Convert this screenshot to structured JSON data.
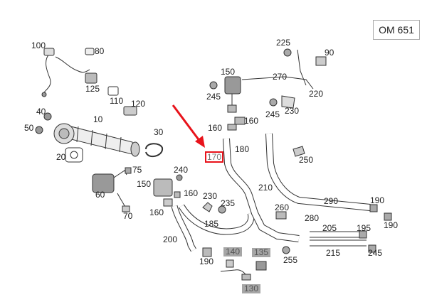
{
  "model": "OM 651",
  "highlight_part": "170",
  "parts": [
    {
      "id": "p100",
      "label": "100"
    },
    {
      "id": "p80",
      "label": "80"
    },
    {
      "id": "p125",
      "label": "125"
    },
    {
      "id": "p110",
      "label": "110"
    },
    {
      "id": "p40",
      "label": "40"
    },
    {
      "id": "p10",
      "label": "10"
    },
    {
      "id": "p120",
      "label": "120"
    },
    {
      "id": "p50",
      "label": "50"
    },
    {
      "id": "p30",
      "label": "30"
    },
    {
      "id": "p20",
      "label": "20"
    },
    {
      "id": "p75",
      "label": "75"
    },
    {
      "id": "p60",
      "label": "60"
    },
    {
      "id": "p70",
      "label": "70"
    },
    {
      "id": "p240",
      "label": "240"
    },
    {
      "id": "p150b",
      "label": "150"
    },
    {
      "id": "p160c",
      "label": "160"
    },
    {
      "id": "p160d",
      "label": "160"
    },
    {
      "id": "p230b",
      "label": "230"
    },
    {
      "id": "p235",
      "label": "235"
    },
    {
      "id": "p185",
      "label": "185"
    },
    {
      "id": "p200",
      "label": "200"
    },
    {
      "id": "p190c",
      "label": "190"
    },
    {
      "id": "p225",
      "label": "225"
    },
    {
      "id": "p90",
      "label": "90"
    },
    {
      "id": "p150",
      "label": "150"
    },
    {
      "id": "p270",
      "label": "270"
    },
    {
      "id": "p245a",
      "label": "245"
    },
    {
      "id": "p220",
      "label": "220"
    },
    {
      "id": "p160a",
      "label": "160"
    },
    {
      "id": "p245b",
      "label": "245"
    },
    {
      "id": "p230",
      "label": "230"
    },
    {
      "id": "p160b",
      "label": "160"
    },
    {
      "id": "p180",
      "label": "180"
    },
    {
      "id": "p250",
      "label": "250"
    },
    {
      "id": "p210",
      "label": "210"
    },
    {
      "id": "p290",
      "label": "290"
    },
    {
      "id": "p190a",
      "label": "190"
    },
    {
      "id": "p260",
      "label": "260"
    },
    {
      "id": "p280",
      "label": "280"
    },
    {
      "id": "p190b",
      "label": "190"
    },
    {
      "id": "p205",
      "label": "205"
    },
    {
      "id": "p195",
      "label": "195"
    },
    {
      "id": "p245c",
      "label": "245"
    },
    {
      "id": "p215",
      "label": "215"
    },
    {
      "id": "p255",
      "label": "255"
    },
    {
      "id": "p140",
      "label": "140"
    },
    {
      "id": "p135",
      "label": "135"
    },
    {
      "id": "p130",
      "label": "130"
    }
  ]
}
